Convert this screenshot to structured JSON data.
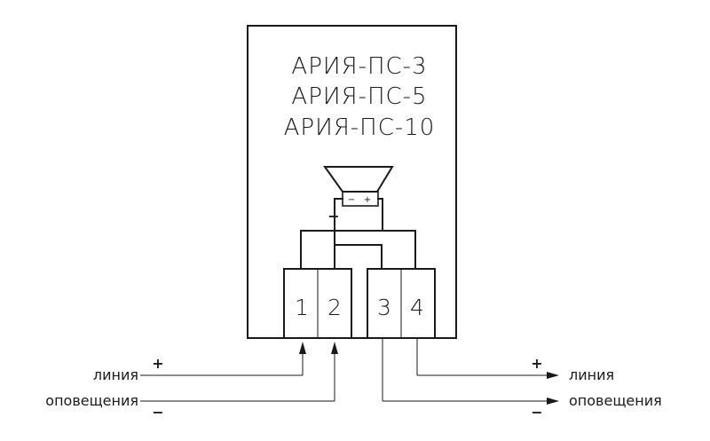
{
  "device": {
    "models": [
      "АРИЯ-ПС-3",
      "АРИЯ-ПС-5",
      "АРИЯ-ПС-10"
    ],
    "speaker_polarity": {
      "minus": "−",
      "plus": "+",
      "lead": "−"
    }
  },
  "terminals": [
    "1",
    "2",
    "3",
    "4"
  ],
  "input_line": {
    "line1": "линия",
    "line2": "оповещения",
    "plus": "+",
    "minus": "−"
  },
  "output_line": {
    "line1": "линия",
    "line2": "оповещения",
    "plus": "+",
    "minus": "−"
  }
}
